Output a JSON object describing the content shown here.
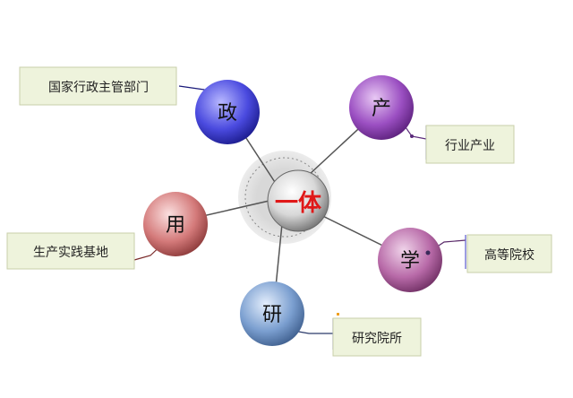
{
  "center": {
    "label": "一体",
    "color": "#e01818"
  },
  "nodes": [
    {
      "key": "zheng",
      "char": "政",
      "color": "#4a4adf",
      "label": "国家行政主管部门",
      "line_color": "#1a1a7a"
    },
    {
      "key": "chan",
      "char": "产",
      "color": "#9b4fc2",
      "label": "行业产业",
      "line_color": "#5a2a7a"
    },
    {
      "key": "xue",
      "char": "学",
      "color": "#b86aa8",
      "label": "高等院校",
      "line_color": "#5a2a6a"
    },
    {
      "key": "yan",
      "char": "研",
      "color": "#7b9fd0",
      "label": "研究院所",
      "line_color": "#2a3a6a"
    },
    {
      "key": "yong",
      "char": "用",
      "color": "#d47a7a",
      "label": "生产实践基地",
      "line_color": "#7a2a2a"
    }
  ],
  "colors": {
    "label_fill": "#eef3dc",
    "label_border": "#c8cfaa",
    "connector": "#555555",
    "accent_dot": "#f0a020"
  }
}
